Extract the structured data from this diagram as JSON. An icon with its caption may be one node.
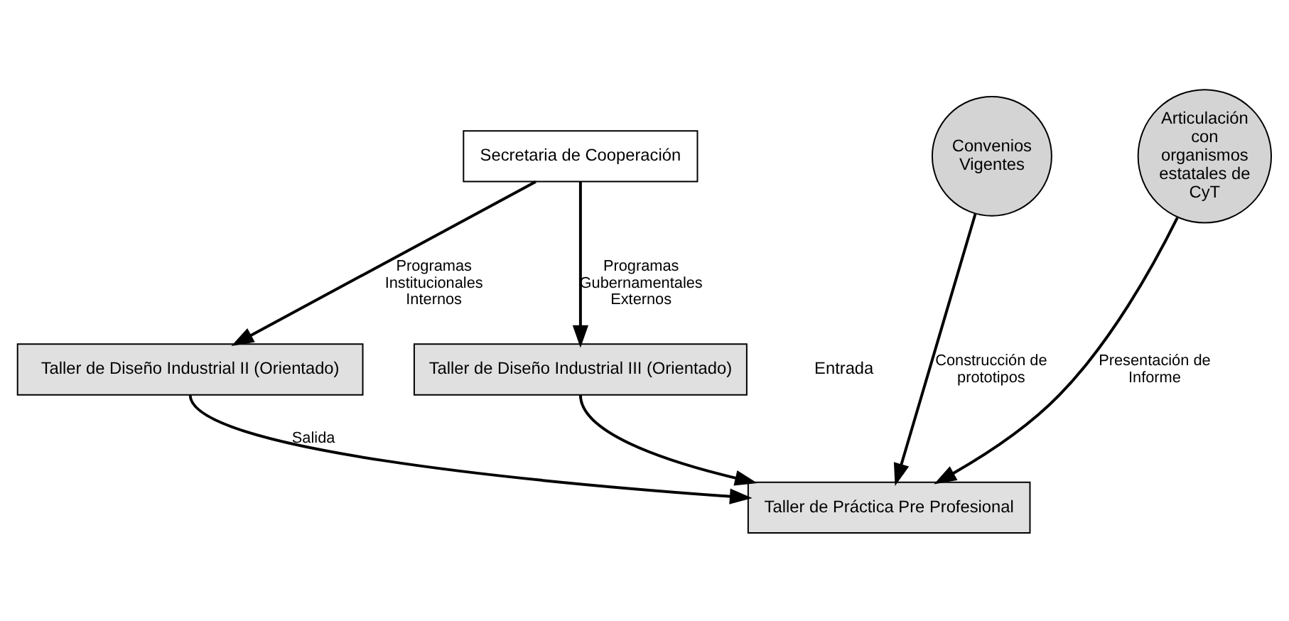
{
  "diagram": {
    "nodes": [
      {
        "text": [
          "Secretaria de Cooperación"
        ]
      },
      {
        "text": [
          "Taller de Diseño Industrial II (Orientado)"
        ]
      },
      {
        "text": [
          "Taller de Diseño Industrial III (Orientado)"
        ]
      },
      {
        "text": [
          "Convenios Vigentes"
        ]
      },
      {
        "text": [
          "Articulación con organismos estatales de CyT"
        ]
      },
      {
        "text": [
          "Taller de Práctica Pre Profesional"
        ]
      }
    ],
    "edges": [
      {
        "from": 0,
        "to": 1,
        "arrow": "to",
        "label": "Programas Institucionales Internos"
      },
      {
        "from": 0,
        "to": 2,
        "arrow": "to",
        "label": "Programas Gubernamentales Externos"
      },
      {
        "from": 3,
        "to": 5,
        "arrow": "to",
        "label": "Construcción de prototipos"
      },
      {
        "from": 4,
        "to": 5,
        "arrow": "to",
        "label": "Presentación de Informe"
      },
      {
        "from": 1,
        "to": 5,
        "arrow": "to",
        "label": "Salida"
      },
      {
        "from": 2,
        "to": 5,
        "arrow": "to"
      }
    ],
    "labels": [
      "Entrada"
    ]
  }
}
